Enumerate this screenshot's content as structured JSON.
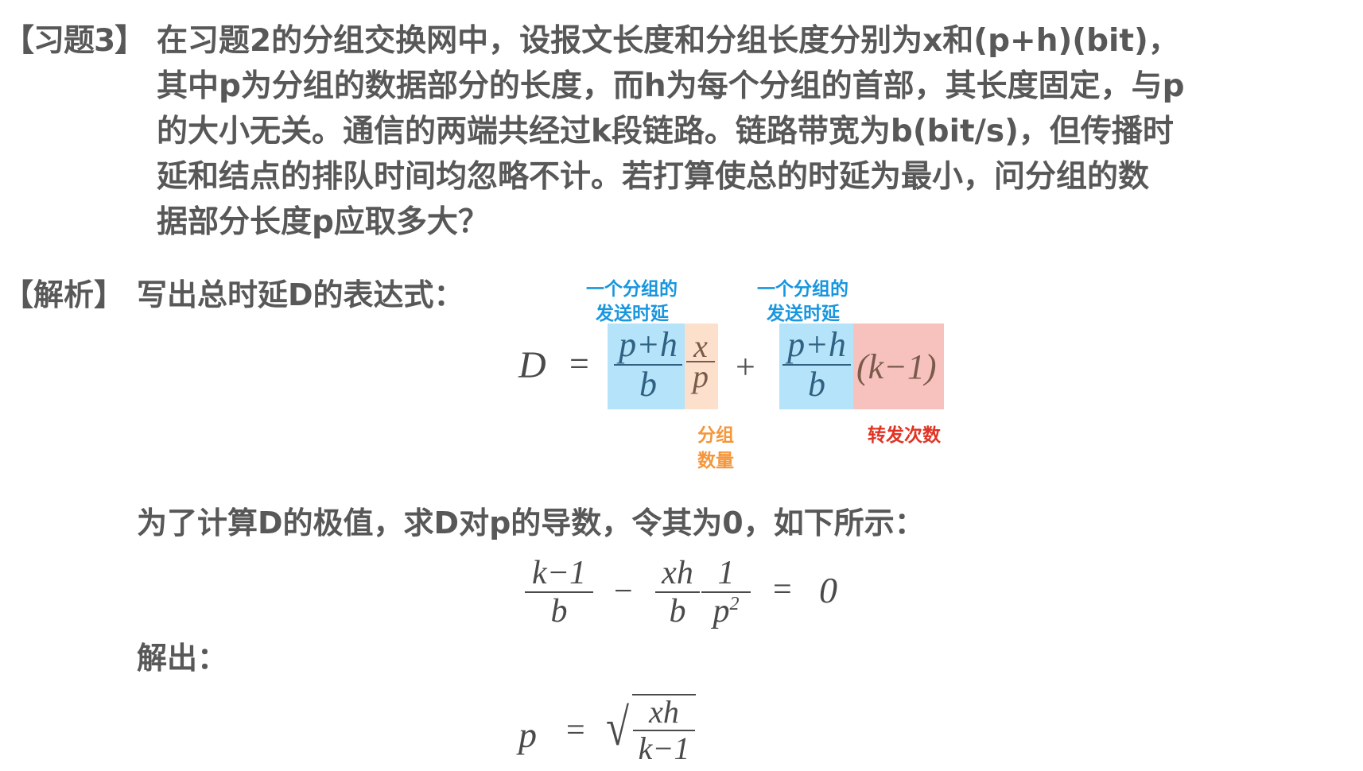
{
  "problem": {
    "label": "【习题3】",
    "lines": [
      "在习题2的分组交换网中，设报文长度和分组长度分别为x和(p+h)(bit)，",
      "其中p为分组的数据部分的长度，而h为每个分组的首部，其长度固定，与p",
      "的大小无关。通信的两端共经过k段链路。链路带宽为b(bit/s)，但传播时",
      "延和结点的排队时间均忽略不计。若打算使总的时延为最小，问分组的数",
      "据部分长度p应取多大？"
    ]
  },
  "analysis": {
    "label": "【解析】",
    "intro": "写出总时延D的表达式：",
    "annotations": {
      "send_delay_1": [
        "一个分组的",
        "发送时延"
      ],
      "send_delay_2": [
        "一个分组的",
        "发送时延"
      ],
      "packet_count": [
        "分组",
        "数量"
      ],
      "forward_count": "转发次数"
    },
    "formula_D": {
      "lhs": "D",
      "eq": "=",
      "term1_num": "p+h",
      "term1_den": "b",
      "term2_num": "x",
      "term2_den": "p",
      "plus": "+",
      "term3_num": "p+h",
      "term3_den": "b",
      "term4": "(k−1)"
    },
    "derivative_text": "为了计算D的极值，求D对p的导数，令其为0，如下所示：",
    "formula_derivative": {
      "f1_num": "k−1",
      "f1_den": "b",
      "minus": "−",
      "f2_num": "xh",
      "f2_den": "b",
      "f3_num": "1",
      "f3_den": "p",
      "f3_exp": "2",
      "eq": "=",
      "rhs": "0"
    },
    "solve_label": "解出：",
    "formula_result": {
      "lhs": "p",
      "eq": "=",
      "radicand_num": "xh",
      "radicand_den": "k−1",
      "sqrt_symbol": "√"
    }
  },
  "colors": {
    "text": "#585858",
    "annotation_blue": "#1896df",
    "annotation_orange": "#f5963a",
    "annotation_red": "#e03424",
    "box_blue": "#b5e3f9",
    "box_orange": "#fce0cc",
    "box_red": "#f7c2bd"
  }
}
